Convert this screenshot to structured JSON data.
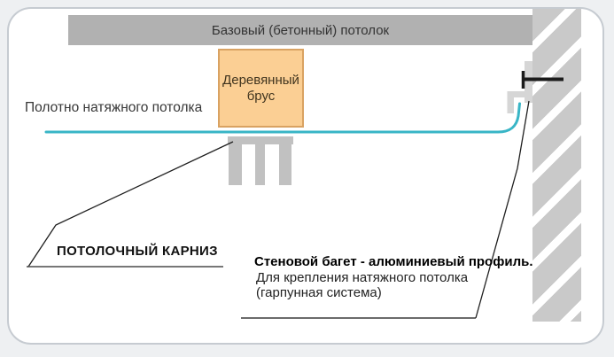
{
  "labels": {
    "base_ceiling": "Базовый (бетонный) потолок",
    "beam_line1": "Деревянный",
    "beam_line2": "брус",
    "fabric": "Полотно натяжного потолка",
    "cornice": "ПОТОЛОЧНЫЙ КАРНИЗ",
    "baguette_title": "Стеновой багет - алюминиевый профиль.",
    "baguette_line2": "Для крепления натяжного потолка",
    "baguette_line3": "(гарпунная система)"
  },
  "colors": {
    "fabric_teal": "#38b5c6",
    "beam_fill": "#fbcf94",
    "beam_border": "#d9a262",
    "base_ceiling_gray": "#b1b1b1",
    "wall_gray": "#c9c9c9",
    "cornice_gray": "#c1c1c1",
    "profile_gray": "#d6d6d6",
    "frame_border": "#c6cbd1"
  }
}
